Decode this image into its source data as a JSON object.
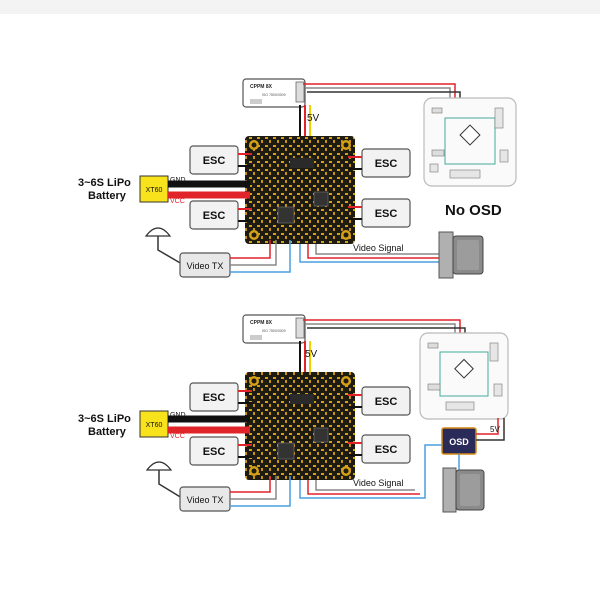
{
  "colors": {
    "board": "#1e1b12",
    "pad": "#d4a017",
    "wire_red": "#e0242a",
    "wire_black": "#111111",
    "wire_blue": "#4a9fe0",
    "wire_gray": "#9a9a9a",
    "xt60": "#f7e21b",
    "box_fill": "#f2f2f2",
    "osd_chip": "#2b2b5a"
  },
  "top": {
    "receiver_label": "CPPM 8X",
    "receiver_sub": "ISO 7800/0009",
    "voltage_label": "5V",
    "battery_label_1": "3~6S LiPo",
    "battery_label_2": "Battery",
    "connector_label": "XT60",
    "gnd_label": "GND",
    "vcc_label": "VCC",
    "esc_labels": [
      "ESC",
      "ESC",
      "ESC",
      "ESC"
    ],
    "video_tx_label": "Video TX",
    "video_signal_label": "Video Signal",
    "osd_note": "No OSD"
  },
  "bottom": {
    "receiver_label": "CPPM 8X",
    "receiver_sub": "ISO 7800/0009",
    "voltage_label": "5V",
    "voltage_label_2": "5V",
    "battery_label_1": "3~6S LiPo",
    "battery_label_2": "Battery",
    "connector_label": "XT60",
    "gnd_label": "GND",
    "vcc_label": "VCC",
    "esc_labels": [
      "ESC",
      "ESC",
      "ESC",
      "ESC"
    ],
    "video_tx_label": "Video TX",
    "video_signal_label": "Video Signal",
    "osd_label": "OSD"
  }
}
